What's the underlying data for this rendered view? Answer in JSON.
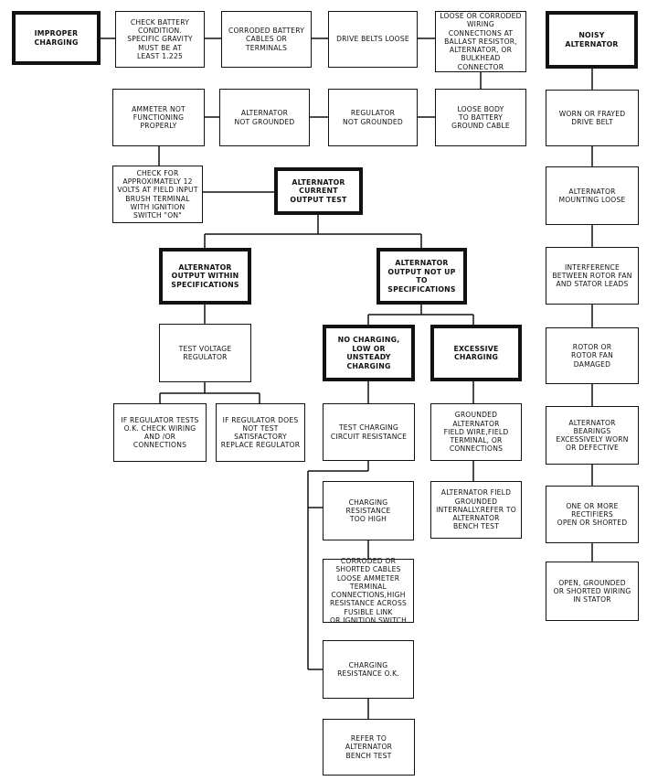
{
  "diagram": {
    "boxes": {
      "improper_charging": "IMPROPER\nCHARGING",
      "check_battery": "CHECK BATTERY\nCONDITION.\nSPECIFIC GRAVITY\nMUST BE AT\nLEAST 1.225",
      "corroded_battery_cables": "CORRODED BATTERY\nCABLES OR\nTERMINALS",
      "drive_belts_loose": "DRIVE BELTS LOOSE",
      "loose_corroded_wiring": "LOOSE OR CORRODED\nWIRING\nCONNECTIONS AT\nBALLAST RESISTOR,\nALTERNATOR, OR\nBULKHEAD\nCONNECTOR",
      "noisy_alternator": "NOISY\nALTERNATOR",
      "ammeter_not_functioning": "AMMETER NOT\nFUNCTIONING\nPROPERLY",
      "alternator_not_grounded": "ALTERNATOR\nNOT GROUNDED",
      "regulator_not_grounded": "REGULATOR\nNOT GROUNDED",
      "loose_body_ground": "LOOSE BODY\nTO BATTERY\nGROUND CABLE",
      "worn_drive_belt": "WORN OR FRAYED\nDRIVE BELT",
      "check_12_volts": "CHECK FOR\nAPPROXIMATELY 12\nVOLTS AT FIELD INPUT\nBRUSH TERMINAL\nWITH IGNITION\nSWITCH \"ON\"",
      "alternator_current_output_test": "ALTERNATOR\nCURRENT\nOUTPUT TEST",
      "alternator_mounting_loose": "ALTERNATOR\nMOUNTING LOOSE",
      "output_within_specs": "ALTERNATOR\nOUTPUT WITHIN\nSPECIFICATIONS",
      "output_not_up_to_specs": "ALTERNATOR\nOUTPUT NOT UP TO\nSPECIFICATIONS",
      "interference_rotor_fan": "INTERFERENCE\nBETWEEN ROTOR FAN\nAND STATOR LEADS",
      "test_voltage_regulator": "TEST VOLTAGE\nREGULATOR",
      "no_charging": "NO CHARGING,\nLOW OR UNSTEADY\nCHARGING",
      "excessive_charging": "EXCESSIVE\nCHARGING",
      "rotor_damaged": "ROTOR OR\nROTOR FAN\nDAMAGED",
      "regulator_tests_ok": "IF REGULATOR TESTS\nO.K. CHECK WIRING\nAND /OR\nCONNECTIONS",
      "regulator_not_satisfactory": "IF REGULATOR DOES\nNOT TEST\nSATISFACTORY\nREPLACE REGULATOR",
      "test_charging_circuit": "TEST CHARGING\nCIRCUIT RESISTANCE",
      "grounded_field_wire": "GROUNDED\nALTERNATOR\nFIELD WIRE,FIELD\nTERMINAL, OR\nCONNECTIONS",
      "bearings_worn": "ALTERNATOR\nBEARINGS\nEXCESSIVELY WORN\nOR  DEFECTIVE",
      "charging_resistance_high": "CHARGING\nRESISTANCE\nTOO HIGH",
      "field_grounded_internally": "ALTERNATOR FIELD\nGROUNDED\nINTERNALLY.REFER TO\nALTERNATOR\nBENCH TEST",
      "rectifiers_open_shorted": "ONE OR MORE\nRECTIFIERS\nOPEN OR SHORTED",
      "corroded_shorted_cables": "CORRODED OR\nSHORTED CABLES\nLOOSE AMMETER\nTERMINAL\nCONNECTIONS,HIGH\nRESISTANCE ACROSS\nFUSIBLE LINK\nOR IGNITION SWITCH",
      "open_grounded_stator": "OPEN, GROUNDED\nOR SHORTED WIRING\nIN  STATOR",
      "charging_resistance_ok": "CHARGING\nRESISTANCE O.K.",
      "refer_bench_test": "REFER TO\nALTERNATOR\nBENCH TEST"
    }
  }
}
